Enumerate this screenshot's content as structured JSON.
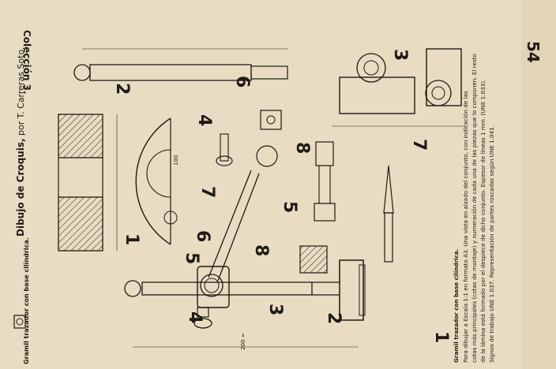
{
  "header": {
    "series": "Colección 3.",
    "book": "Dibujo de Croquis,",
    "author": "por T. Carreras Soto.",
    "page_number": "54"
  },
  "description": {
    "title": "Gramil trazador con base cilíndrica.",
    "lines": [
      "Para dibujar a Escala 1:1 en formato A3. Una vista en alzado del conjunto, con indicación de las",
      "cotas más principales (cotas de montaje) y numeración de cada una de las piezas que lo componen. El resto",
      "de la lámina está formado por el despiece de dicho conjunto. Espesor de líneas 1 mm. (UNE 1.033).",
      "Signos de trabajo UNE 1.037. Representación de partes roscadas según UNE 1.041.",
      ""
    ]
  },
  "dims": {
    "d200": "200 ≈",
    "d100": "100"
  },
  "parts": {
    "p1": "1",
    "p2": "2",
    "p3": "3",
    "p4": "4",
    "p5": "5",
    "p6": "6",
    "p7": "7",
    "p8": "8"
  }
}
